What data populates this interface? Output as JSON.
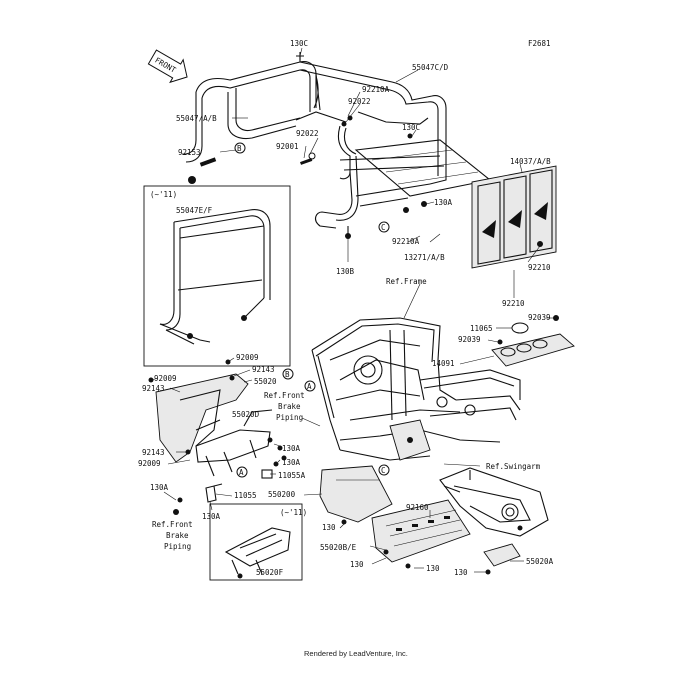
{
  "diagram_code": "F2681",
  "front_label": "FRONT",
  "footer": "Rendered by LeadVenture, Inc.",
  "inset_upper_note": "(~'11)",
  "inset_lower_note": "(~'11)",
  "circle_labels": {
    "a": "A",
    "b": "B",
    "c": "C"
  },
  "labels": {
    "l130c_top": "130C",
    "l55047cd": "55047C/D",
    "l92210a_1": "92210A",
    "l92022_1": "92022",
    "l55047ab": "55047/A/B",
    "l130c_mid": "130C",
    "l92022_2": "92022",
    "l92153": "92153",
    "l92001": "92001",
    "l14037ab": "14037/A/B",
    "l55047ef": "55047E/F",
    "l130a_1": "130A",
    "l92210a_2": "92210A",
    "l13271ab": "13271/A/B",
    "l130b": "130B",
    "l92210_1": "92210",
    "l92210_2": "92210",
    "l92039_1": "92039",
    "l11065": "11065",
    "l92039_2": "92039",
    "l14091": "14091",
    "l92009_1": "92009",
    "l92143_1": "92143",
    "l92009_2": "92009",
    "l55020": "55020",
    "l92143_2": "92143",
    "l55020d": "55020D",
    "l130a_2": "130A",
    "l92143_3": "92143",
    "l92009_3": "92009",
    "l130a_3": "130A",
    "l11055a": "11055A",
    "l130a_4": "130A",
    "l11055": "11055",
    "l130a_5": "130A",
    "l550200": "550200",
    "l92160": "92160",
    "l130_1": "130",
    "l55020be": "55020B/E",
    "l130_2": "130",
    "l130_3": "130",
    "l130_4": "130",
    "l55020a": "55020A",
    "l55020f": "55020F"
  },
  "refs": {
    "ref_frame": "Ref.Frame",
    "ref_front_brake_1": [
      "Ref.Front",
      "Brake",
      "Piping"
    ],
    "ref_swingarm": "Ref.Swingarm",
    "ref_front_brake_2": [
      "Ref.Front",
      "Brake",
      "Piping"
    ]
  }
}
